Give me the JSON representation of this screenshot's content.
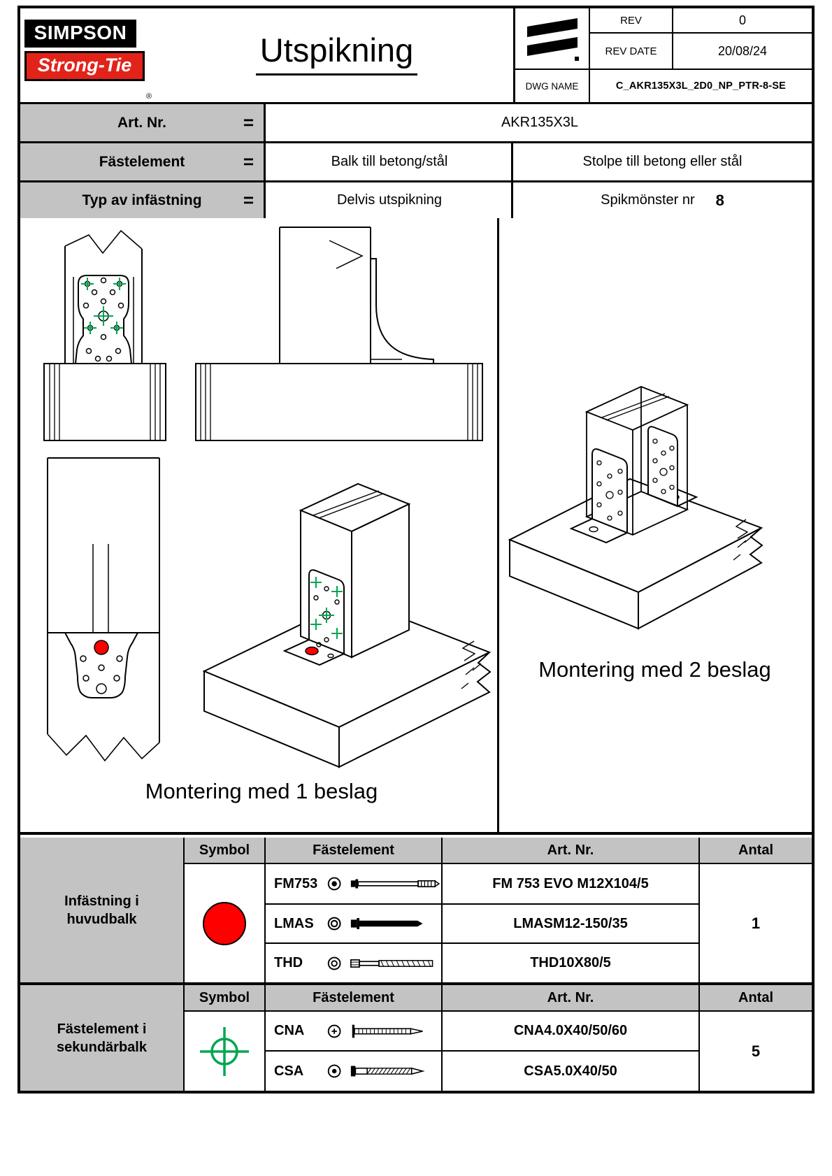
{
  "colors": {
    "logo_red": "#e2231a",
    "marker_red": "#ff0000",
    "marker_green": "#00a651",
    "table_gray": "#c3c3c3"
  },
  "header": {
    "logo_top": "SIMPSON",
    "logo_bottom": "Strong-Tie",
    "registered": "®",
    "title": "Utspikning",
    "rev_label": "REV",
    "rev_value": "0",
    "rev_date_label": "REV DATE",
    "rev_date_value": "20/08/24",
    "dwg_label": "DWG NAME",
    "dwg_value": "C_AKR135X3L_2D0_NP_PTR-8-SE"
  },
  "info": {
    "rows": [
      {
        "label": "Art. Nr.",
        "eq": "=",
        "value1": "AKR135X3L"
      },
      {
        "label": "Fästelement",
        "eq": "=",
        "value1": "Balk till betong/stål",
        "value2": "Stolpe till betong eller stål"
      },
      {
        "label": "Typ av infästning",
        "eq": "=",
        "value1": "Delvis utspikning",
        "value2": "Spikmönster nr",
        "value2_number": "8"
      }
    ]
  },
  "drawings": {
    "caption_single": "Montering med 1 beslag",
    "caption_double": "Montering med 2 beslag"
  },
  "tables": [
    {
      "group_label": "Infästning i huvudbalk",
      "col_symbol": "Symbol",
      "col_fastener": "Fästelement",
      "col_art": "Art. Nr.",
      "col_qty": "Antal",
      "symbol": "red-dot",
      "rows": [
        {
          "code": "FM753",
          "icon": "fm753-anchor-icon",
          "art": "FM 753 EVO M12X104/5"
        },
        {
          "code": "LMAS",
          "icon": "lmas-anchor-icon",
          "art": "LMASM12-150/35"
        },
        {
          "code": "THD",
          "icon": "thd-screw-icon",
          "art": "THD10X80/5"
        }
      ],
      "qty": "1"
    },
    {
      "group_label": "Fästelement i sekundärbalk",
      "col_symbol": "Symbol",
      "col_fastener": "Fästelement",
      "col_art": "Art. Nr.",
      "col_qty": "Antal",
      "symbol": "green-crosshair",
      "rows": [
        {
          "code": "CNA",
          "icon": "cna-nail-icon",
          "art": "CNA4.0X40/50/60"
        },
        {
          "code": "CSA",
          "icon": "csa-screw-icon",
          "art": "CSA5.0X40/50"
        }
      ],
      "qty": "5"
    }
  ]
}
